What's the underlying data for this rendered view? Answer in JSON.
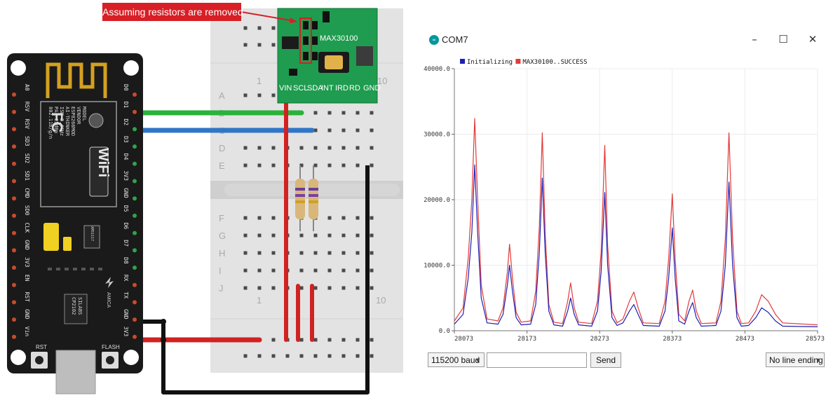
{
  "annotation": {
    "text": "Assuming resistors are removed"
  },
  "board": {
    "left_pins": [
      "A0",
      "RSV",
      "RSV",
      "SD3",
      "SD2",
      "SD1",
      "CMD",
      "SD0",
      "CLK",
      "GND",
      "3V3",
      "EN",
      "RST",
      "GND",
      "Vin"
    ],
    "right_pins": [
      "D0",
      "D1",
      "D2",
      "D3",
      "D4",
      "3V3",
      "GND",
      "D5",
      "D6",
      "D7",
      "D8",
      "RX",
      "TX",
      "GND",
      "3V3"
    ],
    "model_text": [
      "MODEL",
      "VENDOR",
      "ESP8266MOD",
      "AI-THINKER",
      "ISM 2.4GHz",
      "PA +25dBm",
      "802.11b/g/n"
    ],
    "fc_text": "FC",
    "wifi_text": "WiFi",
    "usb_chip": [
      "SILABS",
      "CP2102"
    ],
    "regulator_text": "AMS1117",
    "brand_text": "AMICA",
    "rst_label": "RST",
    "flash_label": "FLASH"
  },
  "breadboard": {
    "rows_top": [
      "A",
      "B",
      "C",
      "D",
      "E"
    ],
    "rows_bottom": [
      "F",
      "G",
      "H",
      "I",
      "J"
    ],
    "col_label_1": "1",
    "col_label_10": "10"
  },
  "sensor": {
    "name": "MAX30100",
    "pins": [
      "VIN",
      "SCL",
      "SDA",
      "INT",
      "IRD",
      "RD",
      "GND"
    ]
  },
  "window": {
    "title": "COM7",
    "icon": "arduino-icon",
    "buttons": [
      "minimize-icon",
      "maximize-icon",
      "close-icon"
    ]
  },
  "controls": {
    "baud": "115200 baud",
    "input_value": "",
    "send_label": "Send",
    "line_ending": "No line ending"
  },
  "colors": {
    "series_1": "#1f1fb4",
    "series_2": "#e23a3a",
    "annotation_red": "#d81f26",
    "board_black": "#1a1a1a",
    "sensor_green": "#1f9c4f"
  },
  "chart_data": {
    "type": "line",
    "legend": [
      "Initializing",
      "MAX30100..SUCCESS"
    ],
    "legend_position": "top-left",
    "grid": true,
    "xlim": [
      28073,
      28573
    ],
    "ylim": [
      0,
      40000
    ],
    "x_ticks": [
      "28073",
      "28173",
      "28273",
      "28373",
      "28473",
      "28573"
    ],
    "y_ticks": [
      "0.0",
      "10000.0",
      "20000.0",
      "30000.0",
      "40000.0"
    ],
    "series": [
      {
        "name": "Initializing",
        "color": "#1f1fb4",
        "points": [
          [
            28073,
            1000
          ],
          [
            28085,
            2500
          ],
          [
            28092,
            8000
          ],
          [
            28097,
            15000
          ],
          [
            28101,
            25300
          ],
          [
            28105,
            15000
          ],
          [
            28110,
            5000
          ],
          [
            28118,
            1200
          ],
          [
            28133,
            1000
          ],
          [
            28140,
            2500
          ],
          [
            28146,
            7000
          ],
          [
            28149,
            10000
          ],
          [
            28153,
            6000
          ],
          [
            28158,
            2000
          ],
          [
            28165,
            900
          ],
          [
            28178,
            1000
          ],
          [
            28185,
            4000
          ],
          [
            28190,
            12000
          ],
          [
            28194,
            23300
          ],
          [
            28198,
            12000
          ],
          [
            28203,
            3000
          ],
          [
            28210,
            900
          ],
          [
            28222,
            700
          ],
          [
            28229,
            3000
          ],
          [
            28233,
            5000
          ],
          [
            28238,
            2500
          ],
          [
            28244,
            900
          ],
          [
            28262,
            700
          ],
          [
            28270,
            3000
          ],
          [
            28275,
            9000
          ],
          [
            28280,
            21100
          ],
          [
            28284,
            10000
          ],
          [
            28290,
            2000
          ],
          [
            28297,
            800
          ],
          [
            28305,
            1200
          ],
          [
            28314,
            3000
          ],
          [
            28320,
            4000
          ],
          [
            28326,
            2500
          ],
          [
            28333,
            800
          ],
          [
            28355,
            700
          ],
          [
            28363,
            3000
          ],
          [
            28368,
            8000
          ],
          [
            28373,
            15700
          ],
          [
            28377,
            8000
          ],
          [
            28382,
            1500
          ],
          [
            28390,
            1000
          ],
          [
            28396,
            3000
          ],
          [
            28401,
            4300
          ],
          [
            28406,
            2000
          ],
          [
            28413,
            700
          ],
          [
            28433,
            800
          ],
          [
            28440,
            3000
          ],
          [
            28446,
            10000
          ],
          [
            28451,
            22700
          ],
          [
            28456,
            10000
          ],
          [
            28462,
            2000
          ],
          [
            28468,
            700
          ],
          [
            28478,
            800
          ],
          [
            28488,
            2000
          ],
          [
            28496,
            3500
          ],
          [
            28505,
            2800
          ],
          [
            28515,
            1500
          ],
          [
            28525,
            700
          ],
          [
            28573,
            600
          ]
        ]
      },
      {
        "name": "MAX30100..SUCCESS",
        "color": "#e23a3a",
        "points": [
          [
            28073,
            1500
          ],
          [
            28085,
            3500
          ],
          [
            28092,
            11000
          ],
          [
            28097,
            20000
          ],
          [
            28101,
            32400
          ],
          [
            28105,
            20000
          ],
          [
            28110,
            7000
          ],
          [
            28118,
            1800
          ],
          [
            28133,
            1500
          ],
          [
            28140,
            3500
          ],
          [
            28146,
            9000
          ],
          [
            28149,
            13200
          ],
          [
            28153,
            8000
          ],
          [
            28158,
            2800
          ],
          [
            28165,
            1300
          ],
          [
            28178,
            1500
          ],
          [
            28185,
            6000
          ],
          [
            28190,
            16000
          ],
          [
            28194,
            30200
          ],
          [
            28198,
            15000
          ],
          [
            28203,
            4000
          ],
          [
            28210,
            1300
          ],
          [
            28222,
            1100
          ],
          [
            28229,
            4500
          ],
          [
            28233,
            7300
          ],
          [
            28238,
            3500
          ],
          [
            28244,
            1300
          ],
          [
            28262,
            1100
          ],
          [
            28270,
            4500
          ],
          [
            28275,
            12000
          ],
          [
            28280,
            28300
          ],
          [
            28284,
            13000
          ],
          [
            28290,
            3000
          ],
          [
            28297,
            1200
          ],
          [
            28305,
            1800
          ],
          [
            28314,
            4500
          ],
          [
            28320,
            5900
          ],
          [
            28326,
            3500
          ],
          [
            28333,
            1200
          ],
          [
            28355,
            1100
          ],
          [
            28363,
            4500
          ],
          [
            28368,
            11000
          ],
          [
            28373,
            20900
          ],
          [
            28377,
            11000
          ],
          [
            28382,
            2500
          ],
          [
            28390,
            1500
          ],
          [
            28396,
            4500
          ],
          [
            28401,
            6200
          ],
          [
            28406,
            3000
          ],
          [
            28413,
            1100
          ],
          [
            28433,
            1200
          ],
          [
            28440,
            4500
          ],
          [
            28446,
            14000
          ],
          [
            28451,
            30200
          ],
          [
            28456,
            14000
          ],
          [
            28462,
            3000
          ],
          [
            28468,
            1100
          ],
          [
            28478,
            1200
          ],
          [
            28488,
            3000
          ],
          [
            28496,
            5500
          ],
          [
            28505,
            4500
          ],
          [
            28515,
            2500
          ],
          [
            28525,
            1200
          ],
          [
            28573,
            900
          ]
        ]
      }
    ]
  }
}
